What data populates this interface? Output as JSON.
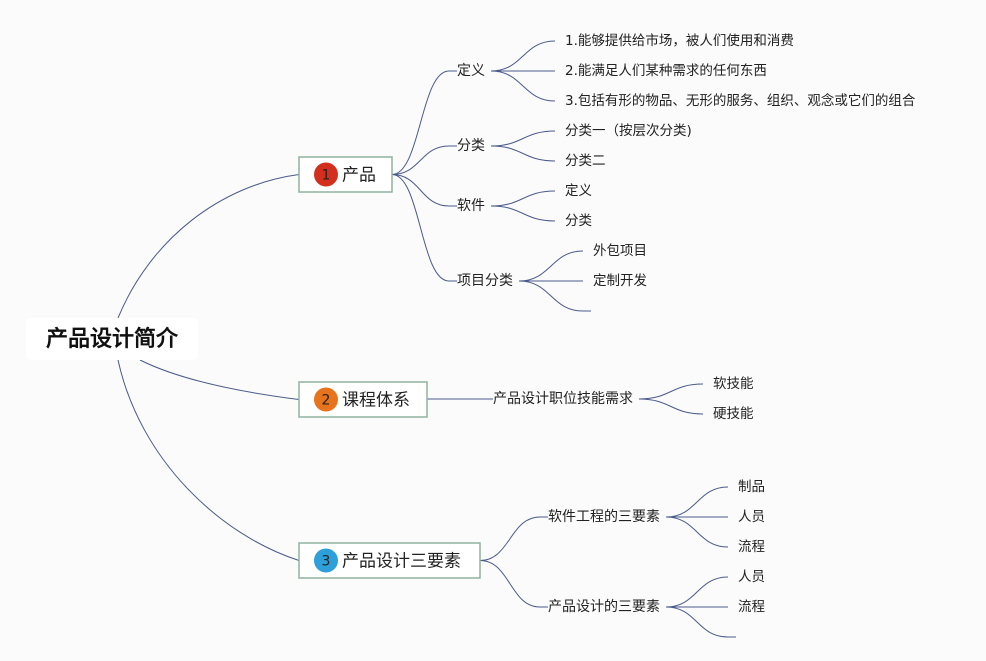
{
  "root": {
    "label": "产品设计简介"
  },
  "branches": [
    {
      "badge": "1",
      "badge_color": "#d32f1e",
      "label": "产品",
      "children": [
        {
          "label": "定义",
          "children": [
            "1.能够提供给市场，被人们使用和消费",
            "2.能满足人们某种需求的任何东西",
            "3.包括有形的物品、无形的服务、组织、观念或它们的组合"
          ]
        },
        {
          "label": "分类",
          "children": [
            "分类一（按层次分类)",
            "分类二"
          ]
        },
        {
          "label": "软件",
          "children": [
            "定义",
            "分类"
          ]
        },
        {
          "label": "项目分类",
          "children": [
            "外包项目",
            "定制开发",
            ""
          ]
        }
      ]
    },
    {
      "badge": "2",
      "badge_color": "#e8731d",
      "label": "课程体系",
      "children": [
        {
          "label": "产品设计职位技能需求",
          "children": [
            "软技能",
            "硬技能"
          ]
        }
      ]
    },
    {
      "badge": "3",
      "badge_color": "#2e9fd8",
      "label": "产品设计三要素",
      "children": [
        {
          "label": "软件工程的三要素",
          "children": [
            "制品",
            "人员",
            "流程"
          ]
        },
        {
          "label": "产品设计的三要素",
          "children": [
            "人员",
            "流程",
            ""
          ]
        }
      ]
    }
  ],
  "colors": {
    "line": "#4a5a8c",
    "box_border": "#8fb39e",
    "box_bg": "#ffffff"
  }
}
